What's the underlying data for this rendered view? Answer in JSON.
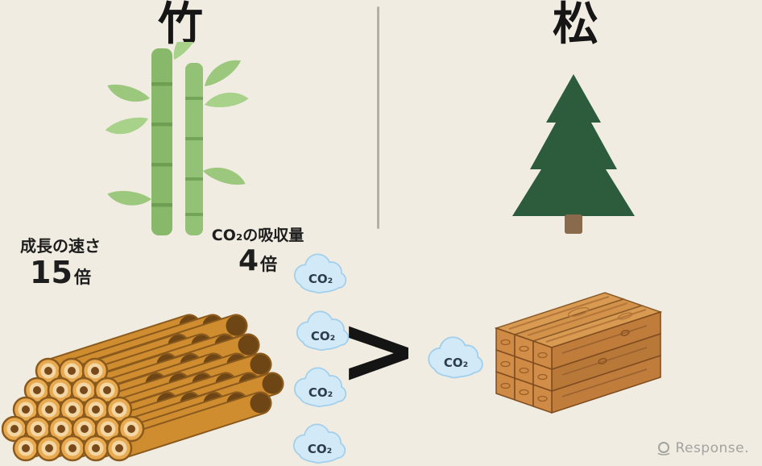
{
  "titles": {
    "bamboo": "竹",
    "pine": "松"
  },
  "metrics": {
    "growth": {
      "label": "成長の速さ",
      "value": "15",
      "unit": "倍"
    },
    "co2": {
      "label": "CO₂の吸収量",
      "value": "4",
      "unit": "倍"
    }
  },
  "comparison": {
    "operator": ">",
    "bamboo_clouds": [
      "CO₂",
      "CO₂",
      "CO₂",
      "CO₂"
    ],
    "pine_clouds": [
      "CO₂"
    ]
  },
  "illustrations": {
    "left": "bamboo-plant",
    "right": "pine-tree",
    "bottom_left": "bamboo-log-pile",
    "bottom_right": "lumber-stack",
    "cloud": "co2-cloud"
  },
  "colors": {
    "background": "#f1ece2",
    "bamboo_green": "#88b96a",
    "pine_green": "#2d5c3d",
    "log_orange": "#d08d30",
    "cloud_blue": "#d2e9f8",
    "text_dark": "#161616"
  },
  "watermark": {
    "text": "Response."
  }
}
